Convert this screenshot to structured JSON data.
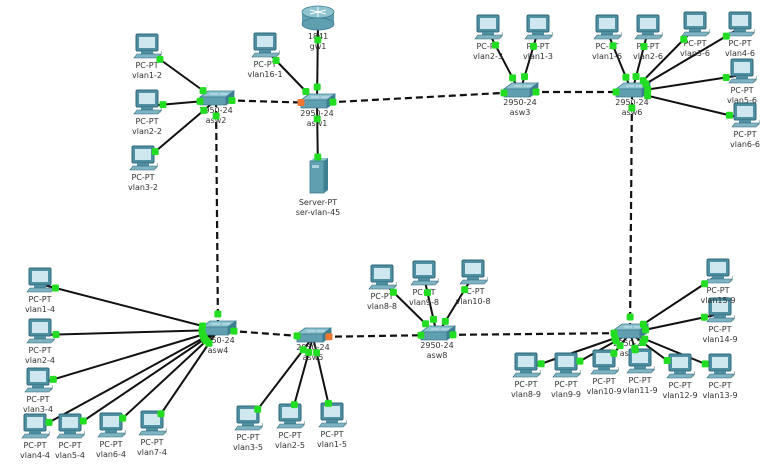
{
  "topology": {
    "colors": {
      "link": "#111111",
      "port_up": "#22dd22",
      "port_blocking": "#ee7733",
      "device_body": "#5f9fb0",
      "device_top": "#8ec3d0"
    },
    "devices": [
      {
        "id": "gw1",
        "type": "router",
        "model": "1841",
        "name": "gw1"
      },
      {
        "id": "asw1",
        "type": "switch",
        "model": "2950-24",
        "name": "asw1"
      },
      {
        "id": "asw2",
        "type": "switch",
        "model": "2950-24",
        "name": "asw2"
      },
      {
        "id": "asw3",
        "type": "switch",
        "model": "2950-24",
        "name": "asw3"
      },
      {
        "id": "asw4",
        "type": "switch",
        "model": "2950-24",
        "name": "asw4"
      },
      {
        "id": "asw5",
        "type": "switch",
        "model": "2950-24",
        "name": "asw5"
      },
      {
        "id": "asw6",
        "type": "switch",
        "model": "2950-24",
        "name": "asw6"
      },
      {
        "id": "asw8",
        "type": "switch",
        "model": "2950-24",
        "name": "asw8"
      },
      {
        "id": "asw9",
        "type": "switch",
        "model": "2950-24",
        "name": "asw9"
      },
      {
        "id": "ser-vlan-45",
        "type": "server",
        "model": "Server-PT",
        "name": "ser-vlan-45"
      },
      {
        "id": "vlan1-2",
        "type": "pc",
        "model": "PC-PT",
        "name": "vlan1-2"
      },
      {
        "id": "vlan2-2",
        "type": "pc",
        "model": "PC-PT",
        "name": "vlan2-2"
      },
      {
        "id": "vlan3-2",
        "type": "pc",
        "model": "PC-PT",
        "name": "vlan3-2"
      },
      {
        "id": "vlan16-1",
        "type": "pc",
        "model": "PC-PT",
        "name": "vlan16-1"
      },
      {
        "id": "vlan2-3",
        "type": "pc",
        "model": "PC-PT",
        "name": "vlan2-3"
      },
      {
        "id": "vlan1-3",
        "type": "pc",
        "model": "PC-PT",
        "name": "vlan1-3"
      },
      {
        "id": "vlan1-6",
        "type": "pc",
        "model": "PC-PT",
        "name": "vlan1-6"
      },
      {
        "id": "vlan2-6",
        "type": "pc",
        "model": "PC-PT",
        "name": "vlan2-6"
      },
      {
        "id": "vlan3-6",
        "type": "pc",
        "model": "PC-PT",
        "name": "vlan3-6"
      },
      {
        "id": "vlan4-6",
        "type": "pc",
        "model": "PC-PT",
        "name": "vlan4-6"
      },
      {
        "id": "vlan5-6",
        "type": "pc",
        "model": "PC-PT",
        "name": "vlan5-6"
      },
      {
        "id": "vlan6-6",
        "type": "pc",
        "model": "PC-PT",
        "name": "vlan6-6"
      },
      {
        "id": "vlan1-4",
        "type": "pc",
        "model": "PC-PT",
        "name": "vlan1-4"
      },
      {
        "id": "vlan2-4",
        "type": "pc",
        "model": "PC-PT",
        "name": "vlan2-4"
      },
      {
        "id": "vlan3-4",
        "type": "pc",
        "model": "PC-PT",
        "name": "vlan3-4"
      },
      {
        "id": "vlan4-4",
        "type": "pc",
        "model": "PC-PT",
        "name": "vlan4-4"
      },
      {
        "id": "vlan5-4",
        "type": "pc",
        "model": "PC-PT",
        "name": "vlan5-4"
      },
      {
        "id": "vlan6-4",
        "type": "pc",
        "model": "PC-PT",
        "name": "vlan6-4"
      },
      {
        "id": "vlan7-4",
        "type": "pc",
        "model": "PC-PT",
        "name": "vlan7-4"
      },
      {
        "id": "vlan3-5",
        "type": "pc",
        "model": "PC-PT",
        "name": "vlan3-5"
      },
      {
        "id": "vlan2-5",
        "type": "pc",
        "model": "PC-PT",
        "name": "vlan2-5"
      },
      {
        "id": "vlan1-5",
        "type": "pc",
        "model": "PC-PT",
        "name": "vlan1-5"
      },
      {
        "id": "vlan8-8",
        "type": "pc",
        "model": "PC-PT",
        "name": "vlan8-8"
      },
      {
        "id": "vlan9-8",
        "type": "pc",
        "model": "PC-PT",
        "name": "vlan9-8"
      },
      {
        "id": "vlan10-8",
        "type": "pc",
        "model": "PC-PT",
        "name": "vlan10-8"
      },
      {
        "id": "vlan8-9",
        "type": "pc",
        "model": "PC-PT",
        "name": "vlan8-9"
      },
      {
        "id": "vlan9-9",
        "type": "pc",
        "model": "PC-PT",
        "name": "vlan9-9"
      },
      {
        "id": "vlan10-9",
        "type": "pc",
        "model": "PC-PT",
        "name": "vlan10-9"
      },
      {
        "id": "vlan11-9",
        "type": "pc",
        "model": "PC-PT",
        "name": "vlan11-9"
      },
      {
        "id": "vlan12-9",
        "type": "pc",
        "model": "PC-PT",
        "name": "vlan12-9"
      },
      {
        "id": "vlan13-9",
        "type": "pc",
        "model": "PC-PT",
        "name": "vlan13-9"
      },
      {
        "id": "vlan14-9",
        "type": "pc",
        "model": "PC-PT",
        "name": "vlan14-9"
      },
      {
        "id": "vlan15-9",
        "type": "pc",
        "model": "PC-PT",
        "name": "vlan15-9"
      }
    ],
    "links": [
      {
        "a": "gw1",
        "b": "asw1",
        "style": "solid"
      },
      {
        "a": "vlan16-1",
        "b": "asw1",
        "style": "solid"
      },
      {
        "a": "ser-vlan-45",
        "b": "asw1",
        "style": "solid"
      },
      {
        "a": "asw2",
        "b": "asw1",
        "style": "dashed",
        "b_port": "blocking"
      },
      {
        "a": "asw1",
        "b": "asw3",
        "style": "dashed"
      },
      {
        "a": "asw3",
        "b": "asw6",
        "style": "dashed"
      },
      {
        "a": "asw2",
        "b": "asw4",
        "style": "dashed"
      },
      {
        "a": "asw6",
        "b": "asw9",
        "style": "dashed"
      },
      {
        "a": "asw4",
        "b": "asw5",
        "style": "dashed"
      },
      {
        "a": "asw5",
        "b": "asw8",
        "style": "dashed",
        "a_port": "blocking"
      },
      {
        "a": "asw8",
        "b": "asw9",
        "style": "dashed"
      },
      {
        "a": "vlan1-2",
        "b": "asw2",
        "style": "solid"
      },
      {
        "a": "vlan2-2",
        "b": "asw2",
        "style": "solid"
      },
      {
        "a": "vlan3-2",
        "b": "asw2",
        "style": "solid"
      },
      {
        "a": "vlan2-3",
        "b": "asw3",
        "style": "solid"
      },
      {
        "a": "vlan1-3",
        "b": "asw3",
        "style": "solid"
      },
      {
        "a": "vlan1-6",
        "b": "asw6",
        "style": "solid"
      },
      {
        "a": "vlan2-6",
        "b": "asw6",
        "style": "solid"
      },
      {
        "a": "vlan3-6",
        "b": "asw6",
        "style": "solid"
      },
      {
        "a": "vlan4-6",
        "b": "asw6",
        "style": "solid"
      },
      {
        "a": "vlan5-6",
        "b": "asw6",
        "style": "solid"
      },
      {
        "a": "vlan6-6",
        "b": "asw6",
        "style": "solid"
      },
      {
        "a": "vlan1-4",
        "b": "asw4",
        "style": "solid"
      },
      {
        "a": "vlan2-4",
        "b": "asw4",
        "style": "solid"
      },
      {
        "a": "vlan3-4",
        "b": "asw4",
        "style": "solid"
      },
      {
        "a": "vlan4-4",
        "b": "asw4",
        "style": "solid"
      },
      {
        "a": "vlan5-4",
        "b": "asw4",
        "style": "solid"
      },
      {
        "a": "vlan6-4",
        "b": "asw4",
        "style": "solid"
      },
      {
        "a": "vlan7-4",
        "b": "asw4",
        "style": "solid"
      },
      {
        "a": "vlan3-5",
        "b": "asw5",
        "style": "solid"
      },
      {
        "a": "vlan2-5",
        "b": "asw5",
        "style": "solid"
      },
      {
        "a": "vlan1-5",
        "b": "asw5",
        "style": "solid"
      },
      {
        "a": "vlan8-8",
        "b": "asw8",
        "style": "solid"
      },
      {
        "a": "vlan9-8",
        "b": "asw8",
        "style": "solid"
      },
      {
        "a": "vlan10-8",
        "b": "asw8",
        "style": "solid"
      },
      {
        "a": "vlan8-9",
        "b": "asw9",
        "style": "solid"
      },
      {
        "a": "vlan9-9",
        "b": "asw9",
        "style": "solid"
      },
      {
        "a": "vlan10-9",
        "b": "asw9",
        "style": "solid"
      },
      {
        "a": "vlan11-9",
        "b": "asw9",
        "style": "solid"
      },
      {
        "a": "vlan12-9",
        "b": "asw9",
        "style": "solid"
      },
      {
        "a": "vlan13-9",
        "b": "asw9",
        "style": "solid"
      },
      {
        "a": "vlan14-9",
        "b": "asw9",
        "style": "solid"
      },
      {
        "a": "vlan15-9",
        "b": "asw9",
        "style": "solid"
      }
    ]
  }
}
